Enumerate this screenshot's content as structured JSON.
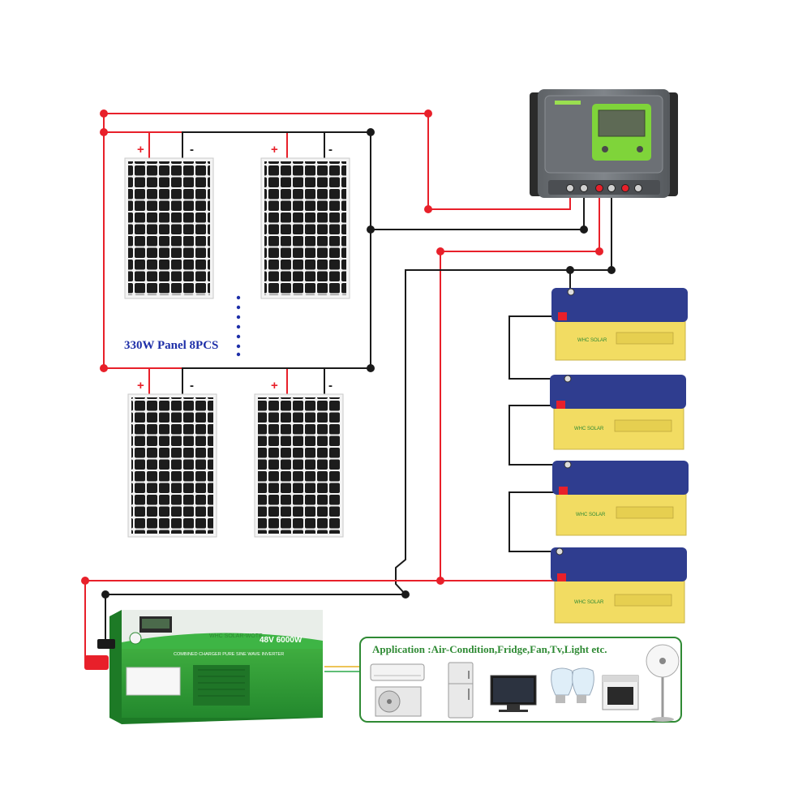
{
  "panel_label": "330W Panel 8PCS",
  "positive_symbol": "+",
  "negative_symbol": "-",
  "application_title": "Application :Air-Condition,Fridge,Fan,Tv,Light etc.",
  "inverter": {
    "brand": "WHC SOLAR-WOTE",
    "model": "48V 6000W",
    "subtitle": "COMBINED CHARGER PURE SINE WAVE INVERTER"
  },
  "battery_brand": "WHC SOLAR",
  "colors": {
    "wire_positive": "#e8202a",
    "wire_negative": "#1a1a1a",
    "panel_cell": "#1c1c1c",
    "battery_top": "#2f3d8f",
    "battery_body": "#f2dc62",
    "inverter_green": "#2fa83a",
    "controller_gray": "#6f7378",
    "controller_screen": "#8ee04a",
    "application_border": "#2f8a34"
  },
  "icons": [
    "solar-panel-icon",
    "charge-controller-icon",
    "battery-icon",
    "inverter-icon",
    "air-conditioner-icon",
    "fridge-icon",
    "tv-icon",
    "light-bulb-icon",
    "oven-icon",
    "fan-icon"
  ]
}
